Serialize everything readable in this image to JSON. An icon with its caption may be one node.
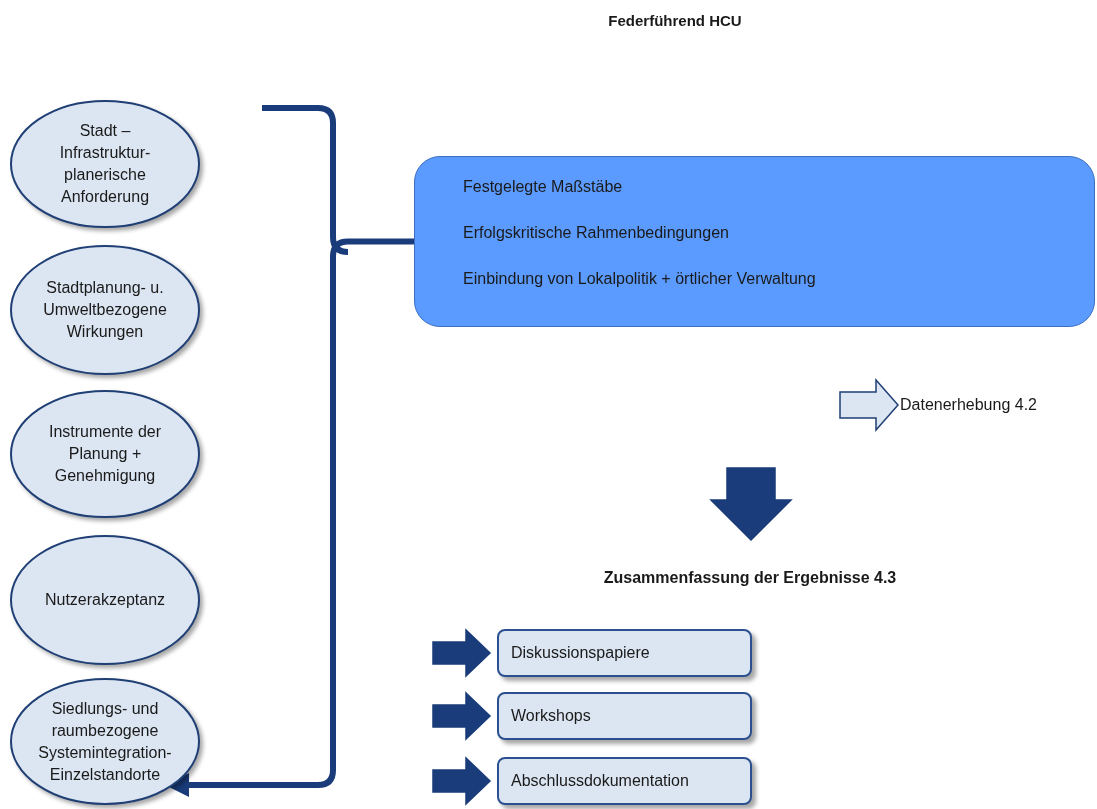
{
  "diagram": {
    "title": "Federführend HCU",
    "nodes": [
      {
        "text": [
          "Stadt – Infrastruktur-planerische Anforderung"
        ]
      },
      {
        "text": [
          "Stadtplanung- u. Umweltbezogene Wirkungen"
        ]
      },
      {
        "text": [
          "Instrumente der Planung + Genehmigung"
        ]
      },
      {
        "text": [
          "Nutzerakzeptanz"
        ]
      },
      {
        "text": [
          "Siedlungs- und raumbezogene Systemintegration-Einzelstandorte"
        ]
      },
      {
        "text": [
          "Festgelegte Maßstäbe",
          "Erfolgskritische Rahmenbedingungen",
          "Einbindung von Lokalpolitik + örtlicher Verwaltung"
        ]
      },
      {
        "text": [
          "Datenerhebung 4.2"
        ]
      },
      {
        "text": [
          "Zusammenfassung der Ergebnisse 4.3"
        ]
      },
      {
        "text": [
          "Diskussionspapiere"
        ]
      },
      {
        "text": [
          "Workshops"
        ]
      },
      {
        "text": [
          "Abschlussdokumentation"
        ]
      }
    ],
    "edges": [
      {
        "from": 5,
        "to": 4,
        "arrow": "to"
      },
      {
        "from": null,
        "to": 6,
        "arrow": "to",
        "color": "#dce6f2"
      },
      {
        "from": null,
        "to": 7,
        "arrow": "to"
      },
      {
        "from": null,
        "to": 8,
        "arrow": "to"
      },
      {
        "from": null,
        "to": 9,
        "arrow": "to"
      },
      {
        "from": null,
        "to": 10,
        "arrow": "to"
      }
    ]
  }
}
